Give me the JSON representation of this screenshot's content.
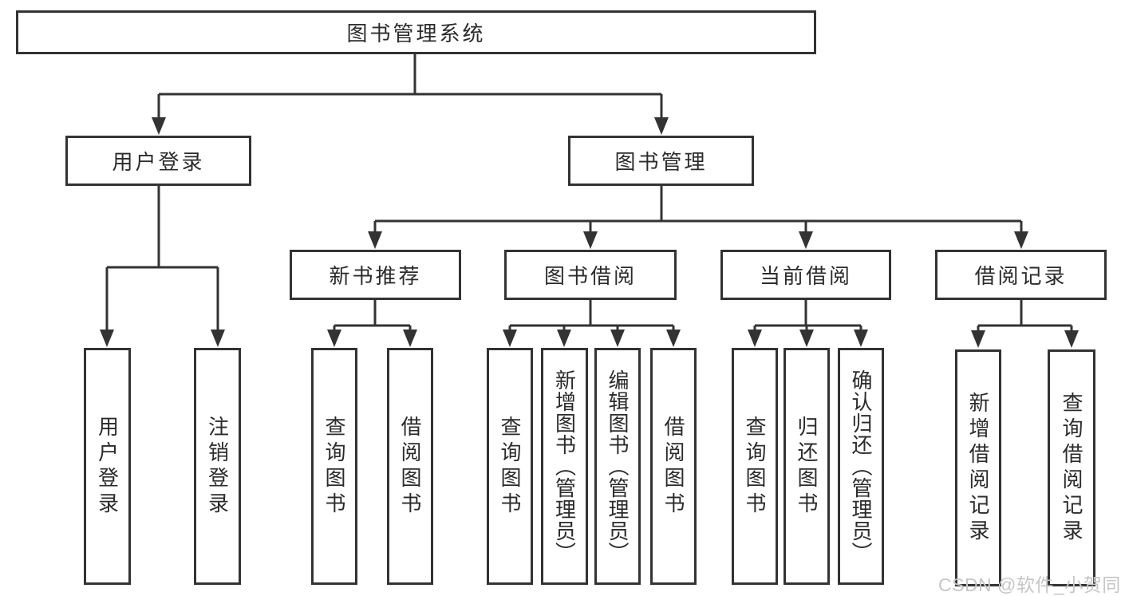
{
  "diagram_type": "hierarchy-tree",
  "tree": {
    "label": "图书管理系统",
    "children": [
      {
        "label": "用户登录",
        "children": [
          {
            "label": "用户登录"
          },
          {
            "label": "注销登录"
          }
        ]
      },
      {
        "label": "图书管理",
        "children": [
          {
            "label": "新书推荐",
            "children": [
              {
                "label": "查询图书"
              },
              {
                "label": "借阅图书"
              }
            ]
          },
          {
            "label": "图书借阅",
            "children": [
              {
                "label": "查询图书"
              },
              {
                "label": "新增图书（管理员）"
              },
              {
                "label": "编辑图书（管理员）"
              },
              {
                "label": "借阅图书"
              }
            ]
          },
          {
            "label": "当前借阅",
            "children": [
              {
                "label": "查询图书"
              },
              {
                "label": "归还图书"
              },
              {
                "label": "确认归还（管理员）"
              }
            ]
          },
          {
            "label": "借阅记录",
            "children": [
              {
                "label": "新增借阅记录"
              },
              {
                "label": "查询借阅记录"
              }
            ]
          }
        ]
      }
    ]
  },
  "watermark": {
    "text": "CSDN @软件_小贺同学"
  },
  "colors": {
    "line": "#333333",
    "text": "#2b2b2b",
    "watermark": "#c6c6c6",
    "background": "#ffffff"
  }
}
